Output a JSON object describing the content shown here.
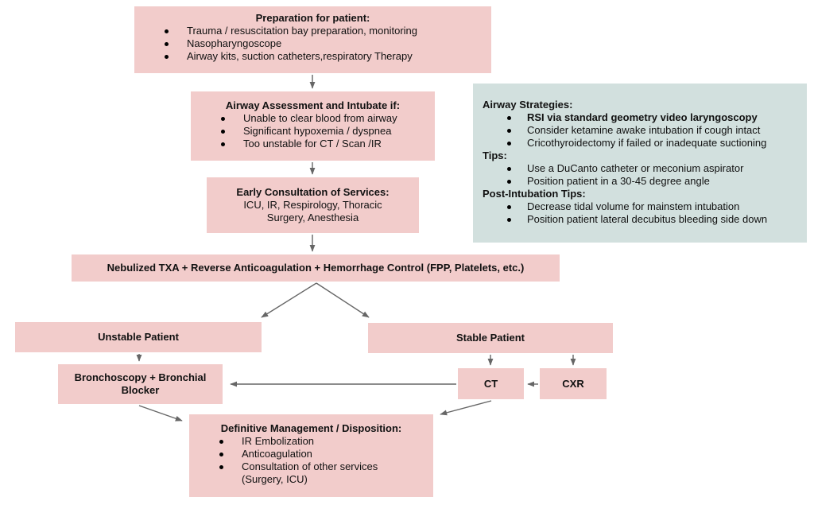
{
  "colors": {
    "node_fill_pink": "#f2cccb",
    "panel_fill_teal": "#d2e0de",
    "arrow_gray": "#666666",
    "text": "#111111"
  },
  "nodes": {
    "preparation": {
      "title": "Preparation for patient:",
      "bullets": [
        "Trauma / resuscitation bay preparation, monitoring",
        "Nasopharyngoscope",
        "Airway kits, suction catheters,respiratory Therapy"
      ]
    },
    "airway_assessment": {
      "title": "Airway Assessment and Intubate if:",
      "bullets": [
        "Unable to clear blood from airway",
        "Significant hypoxemia / dyspnea",
        "Too unstable for CT / Scan /IR"
      ]
    },
    "early_consultation": {
      "title": "Early Consultation of Services:",
      "lines": [
        "ICU, IR, Respirology, Thoracic",
        "Surgery, Anesthesia"
      ]
    },
    "treatment_bar": {
      "title": "Nebulized TXA + Reverse Anticoagulation + Hemorrhage Control (FPP, Platelets, etc.)"
    },
    "unstable": {
      "title": "Unstable Patient"
    },
    "stable": {
      "title": "Stable Patient"
    },
    "bronchoscopy": {
      "title": "Bronchoscopy + Bronchial Blocker"
    },
    "ct": {
      "title": "CT"
    },
    "cxr": {
      "title": "CXR"
    },
    "definitive": {
      "title": "Definitive Management / Disposition:",
      "bullets": [
        "IR Embolization",
        "Anticoagulation",
        "Consultation of other services"
      ],
      "continuation": "(Surgery, ICU)"
    }
  },
  "strategies_panel": {
    "sections": [
      {
        "heading": "Airway Strategies:",
        "bullets": [
          "RSI via standard geometry video laryngoscopy",
          "Consider ketamine awake intubation if cough intact",
          "Cricothyroidectomy if failed or inadequate suctioning"
        ]
      },
      {
        "heading": "Tips:",
        "bullets": [
          "Use a DuCanto catheter or meconium aspirator",
          "Position patient in a 30-45 degree angle"
        ]
      },
      {
        "heading": "Post-Intubation Tips:",
        "bullets": [
          "Decrease tidal volume for mainstem intubation",
          "Position patient lateral decubitus bleeding side down"
        ]
      }
    ]
  }
}
